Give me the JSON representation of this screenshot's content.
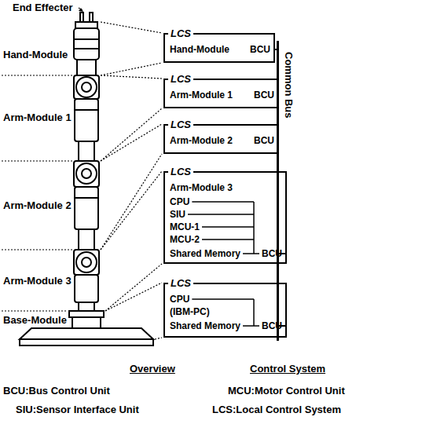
{
  "diagram": {
    "nodes": [
      {
        "text": [
          "LCS",
          "Hand-Module",
          "BCU"
        ]
      },
      {
        "text": [
          "LCS",
          "Arm-Module 1",
          "BCU"
        ]
      },
      {
        "text": [
          "LCS",
          "Arm-Module 2",
          "BCU"
        ]
      },
      {
        "text": [
          "LCS",
          "Arm-Module 3",
          "CPU",
          "SIU",
          "MCU-1",
          "MCU-2",
          "Shared Memory",
          "BCU"
        ]
      },
      {
        "text": [
          "LCS",
          "CPU",
          "(IBM-PC)",
          "Shared Memory",
          "BCU"
        ]
      },
      {
        "text": [
          "Common Bus"
        ]
      }
    ],
    "edges": [
      {
        "from": 0,
        "to": 5,
        "arrow": "none"
      },
      {
        "from": 1,
        "to": 5,
        "arrow": "none"
      },
      {
        "from": 2,
        "to": 5,
        "arrow": "none"
      },
      {
        "from": 3,
        "to": 5,
        "arrow": "none"
      },
      {
        "from": 4,
        "to": 5,
        "arrow": "none"
      }
    ],
    "labels": [
      "End Effecter",
      "Hand-Module",
      "Arm-Module 1",
      "Arm-Module 2",
      "Arm-Module 3",
      "Base-Module",
      "Overview",
      "Control System",
      "BCU:Bus Control Unit",
      "MCU:Motor Control Unit",
      "SIU:Sensor Interface Unit",
      "LCS:Local Control System"
    ]
  }
}
